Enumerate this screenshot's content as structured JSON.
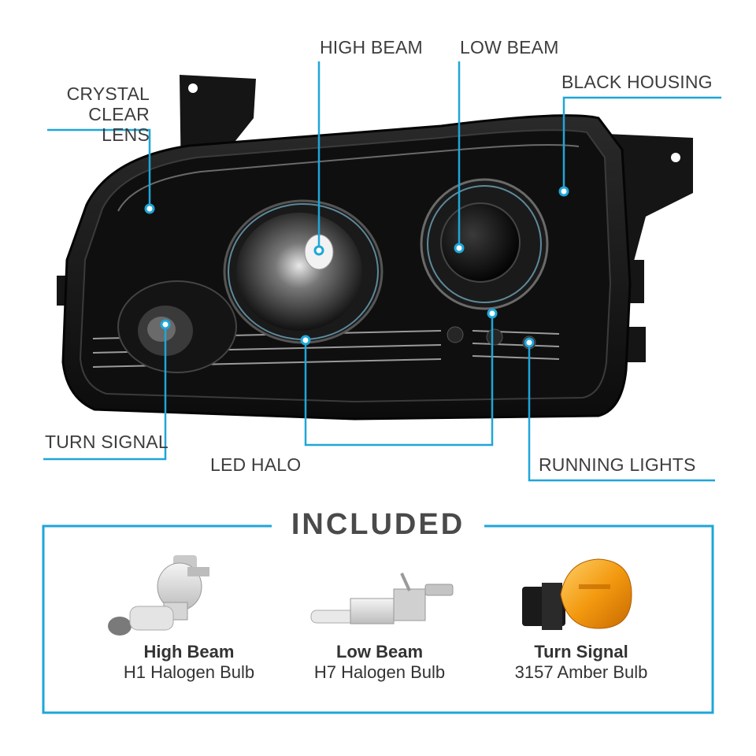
{
  "callouts": {
    "crystal_clear_lens": "CRYSTAL\nCLEAR LENS",
    "high_beam": "HIGH BEAM",
    "low_beam": "LOW BEAM",
    "black_housing": "BLACK HOUSING",
    "turn_signal": "TURN SIGNAL",
    "led_halo": "LED HALO",
    "running_lights": "RUNNING LIGHTS"
  },
  "included": {
    "title": "INCLUDED",
    "items": [
      {
        "name": "High Beam",
        "description": "H1 Halogen Bulb",
        "icon": "h7-bulb-icon"
      },
      {
        "name": "Low Beam",
        "description": "H7 Halogen Bulb",
        "icon": "h1-bulb-icon"
      },
      {
        "name": "Turn Signal",
        "description": "3157 Amber Bulb",
        "icon": "amber-bulb-icon"
      }
    ]
  },
  "colors": {
    "accent": "#1fa6d8",
    "housing": "#141414",
    "text": "#3a3a3a",
    "amber": "#f39a10"
  }
}
